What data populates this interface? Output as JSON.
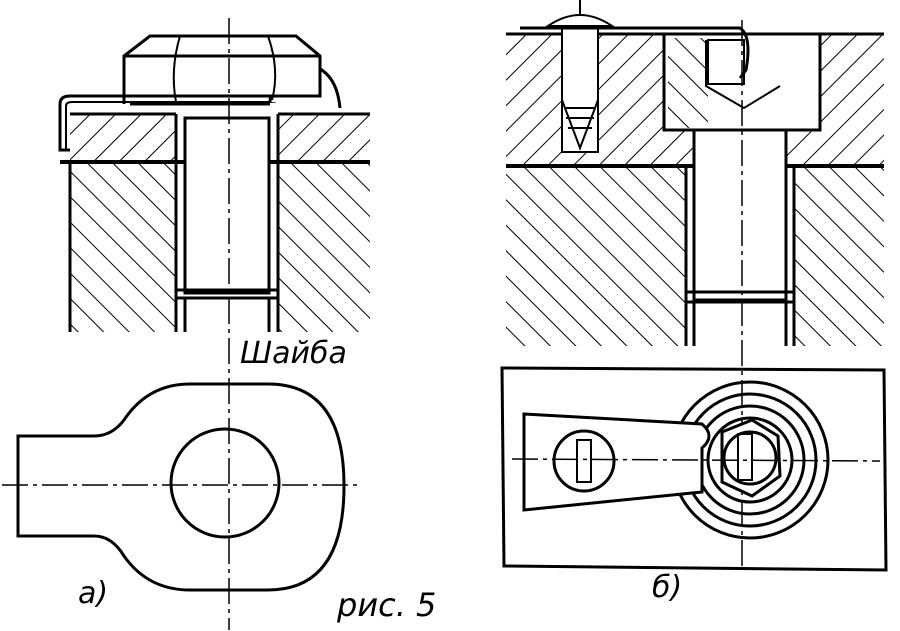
{
  "labels": {
    "washer": "Шайба",
    "view_a": "а)",
    "view_b": "б)",
    "figure": "рис. 5"
  },
  "colors": {
    "ink": "#000000",
    "paper": "#ffffff"
  }
}
